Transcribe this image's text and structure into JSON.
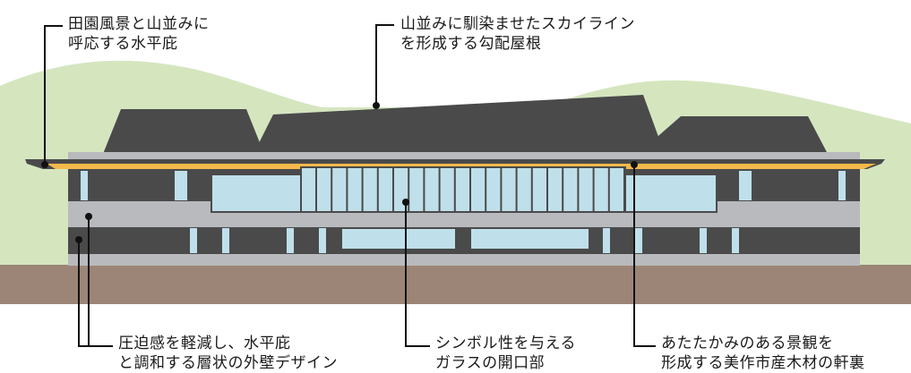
{
  "annotations": {
    "eave": {
      "line1": "田園風景と山並みに",
      "line2": "呼応する水平庇"
    },
    "roof": {
      "line1": "山並みに馴染ませたスカイライン",
      "line2": "を形成する勾配屋根"
    },
    "wall": {
      "line1": "圧迫感を軽減し、水平庇",
      "line2": "と調和する層状の外壁デザイン"
    },
    "glass": {
      "line1": "シンボル性を与える",
      "line2": "ガラスの開口部"
    },
    "soffit": {
      "line1": "あたたかみのある景観を",
      "line2": "形成する美作市産木材の軒裏"
    }
  },
  "colors": {
    "hills": "#d5e6bf",
    "ground": "#9c8576",
    "roof": "#4a4a4b",
    "wall_light": "#b9babd",
    "wall_dark": "#4a4a4b",
    "glass": "#bfe0ea",
    "soffit": "#f3b94a",
    "leader": "#111111"
  }
}
